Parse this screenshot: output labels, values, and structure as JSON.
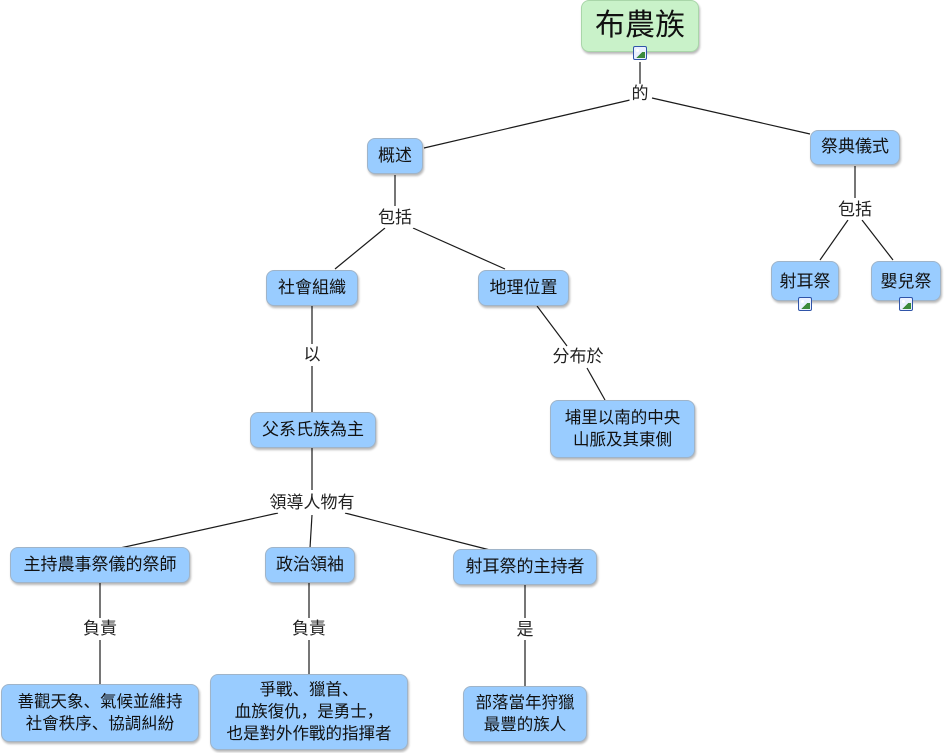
{
  "root": {
    "title": "布農族",
    "has_image": true
  },
  "links": {
    "root_to_children": "的",
    "overview_includes": "包括",
    "ceremonies_includes": "包括",
    "social_by": "以",
    "geo_distributed": "分布於",
    "leaders_are": "領導人物有",
    "priest_responsible": "負責",
    "political_responsible": "負責",
    "host_is": "是"
  },
  "nodes": {
    "overview": "概述",
    "ceremonies": "祭典儀式",
    "ear_shooting": "射耳祭",
    "infant_festival": "嬰兒祭",
    "social_org": "社會組織",
    "geo_location": "地理位置",
    "patrilineal": "父系氏族為主",
    "location_desc": [
      "埔里以南的中央",
      "山脈及其東側"
    ],
    "agri_priest": "主持農事祭儀的祭師",
    "political_leader": "政治領袖",
    "ear_host": "射耳祭的主持者",
    "priest_duty": [
      "善觀天象、氣候並維持",
      "社會秩序、協調糾紛"
    ],
    "political_duty": [
      "爭戰、獵首、",
      "血族復仇，是勇士，",
      "也是對外作戰的指揮者"
    ],
    "host_desc": [
      "部落當年狩獵",
      "最豐的族人"
    ]
  },
  "icons": [
    "image-icon"
  ]
}
